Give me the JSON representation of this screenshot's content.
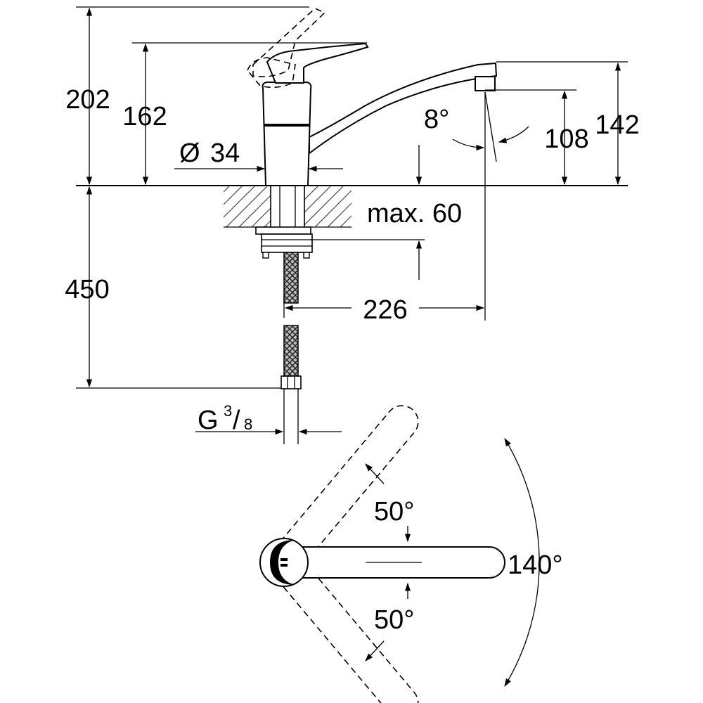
{
  "drawing": {
    "side_view": {
      "height_total": "202",
      "height_body": "162",
      "diameter_symbol": "Ø",
      "diameter_value": "34",
      "spout_angle": "8°",
      "spout_outlet_height": "108",
      "spout_height": "142",
      "max_deck_thickness": "max. 60",
      "hose_length": "450",
      "spout_reach": "226",
      "thread_prefix": "G",
      "thread_num": "3",
      "thread_sep": "/",
      "thread_den": "8"
    },
    "top_view": {
      "swivel_left": "50°",
      "swivel_right": "50°",
      "swivel_total": "140°"
    }
  }
}
